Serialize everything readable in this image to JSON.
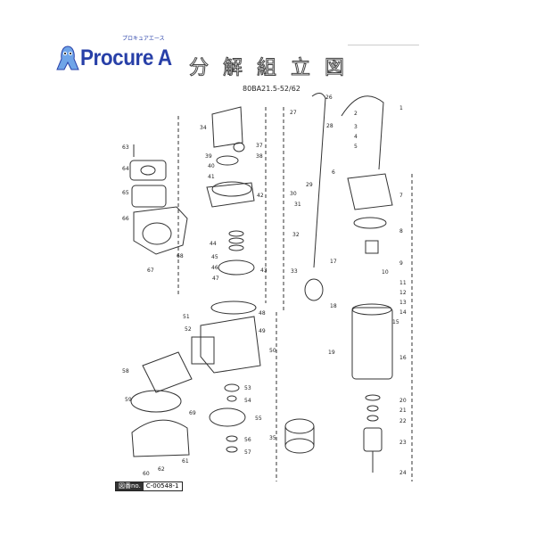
{
  "logo": {
    "text": "Procure A",
    "kana": "プロキュアエース",
    "color": "#2840a8"
  },
  "title": "分解組立図",
  "model": "80BA21.5-52/62",
  "drawing": {
    "label": "図番no.",
    "number": "C-00548-1"
  },
  "part_numbers": [
    "1",
    "2",
    "3",
    "4",
    "5",
    "6",
    "7",
    "8",
    "9",
    "10",
    "11",
    "12",
    "13",
    "14",
    "15",
    "16",
    "17",
    "18",
    "19",
    "20",
    "21",
    "22",
    "23",
    "24",
    "26",
    "27",
    "28",
    "29",
    "30",
    "31",
    "32",
    "33",
    "34",
    "35",
    "37",
    "38",
    "39",
    "40",
    "41",
    "42",
    "43",
    "44",
    "45",
    "46",
    "47",
    "48",
    "49",
    "50",
    "51",
    "52",
    "53",
    "54",
    "55",
    "56",
    "57",
    "58",
    "59",
    "60",
    "61",
    "62",
    "63",
    "64",
    "65",
    "66",
    "67",
    "68",
    "69"
  ]
}
